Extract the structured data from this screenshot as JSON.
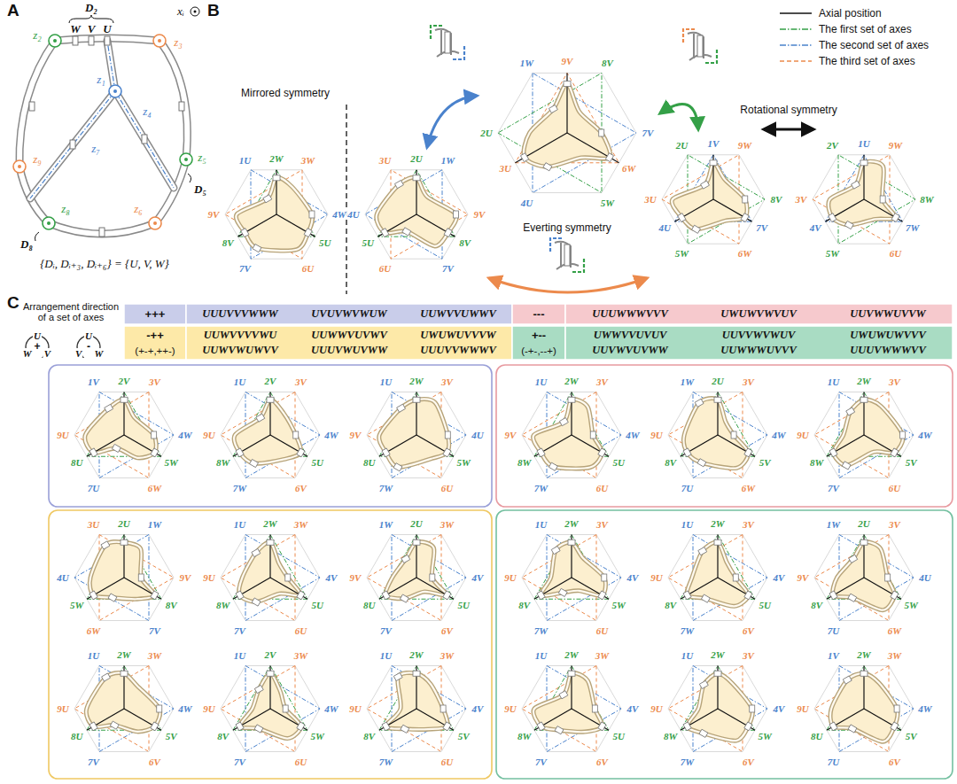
{
  "diagram": {
    "labels": [
      "A",
      "D₂",
      "W",
      "V",
      "U",
      "xᵢ",
      "z₁",
      "z₂",
      "z₃",
      "z₄",
      "z₅",
      "z₆",
      "z₇",
      "z₈",
      "z₉",
      "D₅",
      "D₈",
      "{Dᵢ, Dᵢ₊₃, Dᵢ₊₆} = {U, V, W}",
      "B",
      "Mirrored symmetry",
      "Everting symmetry",
      "Rotational symmetry",
      "1U",
      "2W",
      "3W",
      "4W",
      "5U",
      "6U",
      "7V",
      "8V",
      "9V",
      "1W",
      "2U",
      "3U",
      "4U",
      "5U",
      "6U",
      "7V",
      "8V",
      "9V",
      "1W",
      "2U",
      "3U",
      "4U",
      "5W",
      "6W",
      "7V",
      "8V",
      "9V",
      "1V",
      "2U",
      "3U",
      "4U",
      "5W",
      "6W",
      "7V",
      "8V",
      "9W",
      "1U",
      "2V",
      "3V",
      "4V",
      "5W",
      "6U",
      "7W",
      "8W",
      "9W",
      "C",
      "Arrangement direction of a set of axes",
      "U",
      "W",
      "+",
      "V",
      "U",
      "V",
      "-",
      "W",
      "+++",
      "UUUVVVWWW",
      "UVUVWVWUW",
      "UUWVVUWWV",
      "---",
      "UUUWWWVVV",
      "UWUWVWVUV",
      "UUVWWUVVW",
      "-++",
      "(+-+,++-)",
      "UUWVVVVWU",
      "UUWWVUVWV",
      "UWUWUVVVW",
      "UUWVWUWVV",
      "UUUVWUVWW",
      "UUUVVWWWV",
      "+--",
      "(-+-,--+)",
      "UWWVVUVUV",
      "UUVVWVWUV",
      "UWUWUWVVV",
      "UUVWVUVWW",
      "UUWWWUVVV",
      "UUUVWWWVV",
      "1V",
      "2V",
      "3V",
      "4W",
      "5W",
      "6W",
      "7U",
      "8U",
      "9U",
      "1U",
      "2V",
      "3V",
      "4W",
      "5U",
      "6V",
      "7W",
      "8W",
      "9U",
      "1U",
      "2W",
      "3V",
      "4U",
      "5W",
      "6U",
      "7W",
      "8U",
      "9V",
      "1U",
      "2W",
      "3V",
      "4W",
      "5U",
      "6U",
      "7W",
      "8W",
      "9V",
      "1W",
      "2U",
      "3V",
      "4W",
      "5V",
      "6W",
      "7U",
      "8V",
      "9U",
      "1U",
      "2W",
      "3V",
      "4W",
      "5V",
      "6U",
      "7V",
      "8W",
      "9U",
      "1W",
      "2U",
      "3U",
      "4U",
      "5W",
      "6W",
      "7V",
      "8V",
      "9V",
      "1U",
      "2W",
      "3W",
      "4V",
      "5U",
      "6U",
      "7V",
      "8W",
      "9U",
      "1W",
      "2U",
      "3W",
      "4V",
      "5U",
      "6V",
      "7V",
      "8U",
      "9V",
      "1U",
      "2W",
      "3W",
      "4W",
      "5V",
      "6V",
      "7V",
      "8U",
      "9U",
      "1U",
      "2V",
      "3W",
      "4W",
      "5W",
      "6U",
      "7V",
      "8V",
      "9U",
      "1U",
      "2W",
      "3W",
      "4V",
      "5V",
      "6U",
      "7W",
      "8V",
      "9U",
      "1U",
      "2W",
      "3V",
      "4V",
      "5W",
      "6U",
      "7W",
      "8V",
      "9U",
      "1U",
      "2W",
      "3V",
      "4V",
      "5U",
      "6V",
      "7W",
      "8V",
      "9U",
      "1W",
      "2U",
      "3V",
      "4U",
      "5W",
      "6W",
      "7U",
      "8V",
      "9V",
      "1U",
      "2W",
      "3W",
      "4V",
      "5U",
      "6V",
      "7V",
      "8W",
      "9U",
      "1U",
      "2W",
      "3V",
      "4V",
      "5W",
      "6V",
      "7W",
      "8W",
      "9U",
      "1V",
      "2W",
      "3W",
      "4W",
      "5V",
      "6V",
      "7U",
      "8U",
      "9U"
    ],
    "legend": [
      {
        "text": "Axial position"
      },
      {
        "text": "The first set of axes"
      },
      {
        "text": "The second set of axes"
      },
      {
        "text": "The third set of axes"
      }
    ]
  }
}
